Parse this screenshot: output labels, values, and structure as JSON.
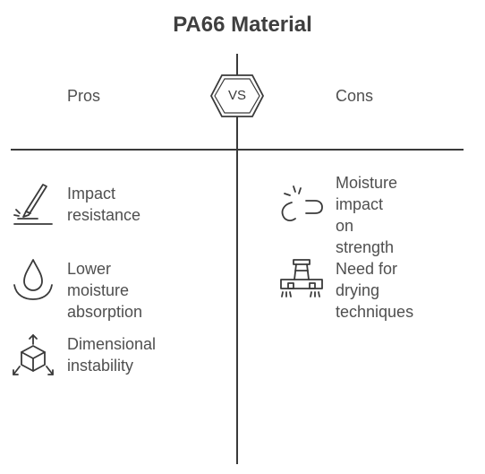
{
  "title": "PA66 Material",
  "vs_label": "VS",
  "pros": {
    "heading": "Pros",
    "items": [
      {
        "line1": "Impact",
        "line2": "resistance",
        "icon": "knife-cut-icon"
      },
      {
        "line1": "Lower moisture",
        "line2": "absorption",
        "icon": "water-drop-icon"
      },
      {
        "line1": "Dimensional",
        "line2": "instability",
        "icon": "expanding-cube-icon"
      }
    ]
  },
  "cons": {
    "heading": "Cons",
    "items": [
      {
        "line1": "Moisture",
        "line2": "impact on",
        "line3": "strength",
        "icon": "broken-link-icon"
      },
      {
        "line1": "Need for drying",
        "line2": "techniques",
        "icon": "drying-machine-icon"
      }
    ]
  },
  "colors": {
    "line": "#3a3a3a",
    "text": "#4f4f4f"
  }
}
